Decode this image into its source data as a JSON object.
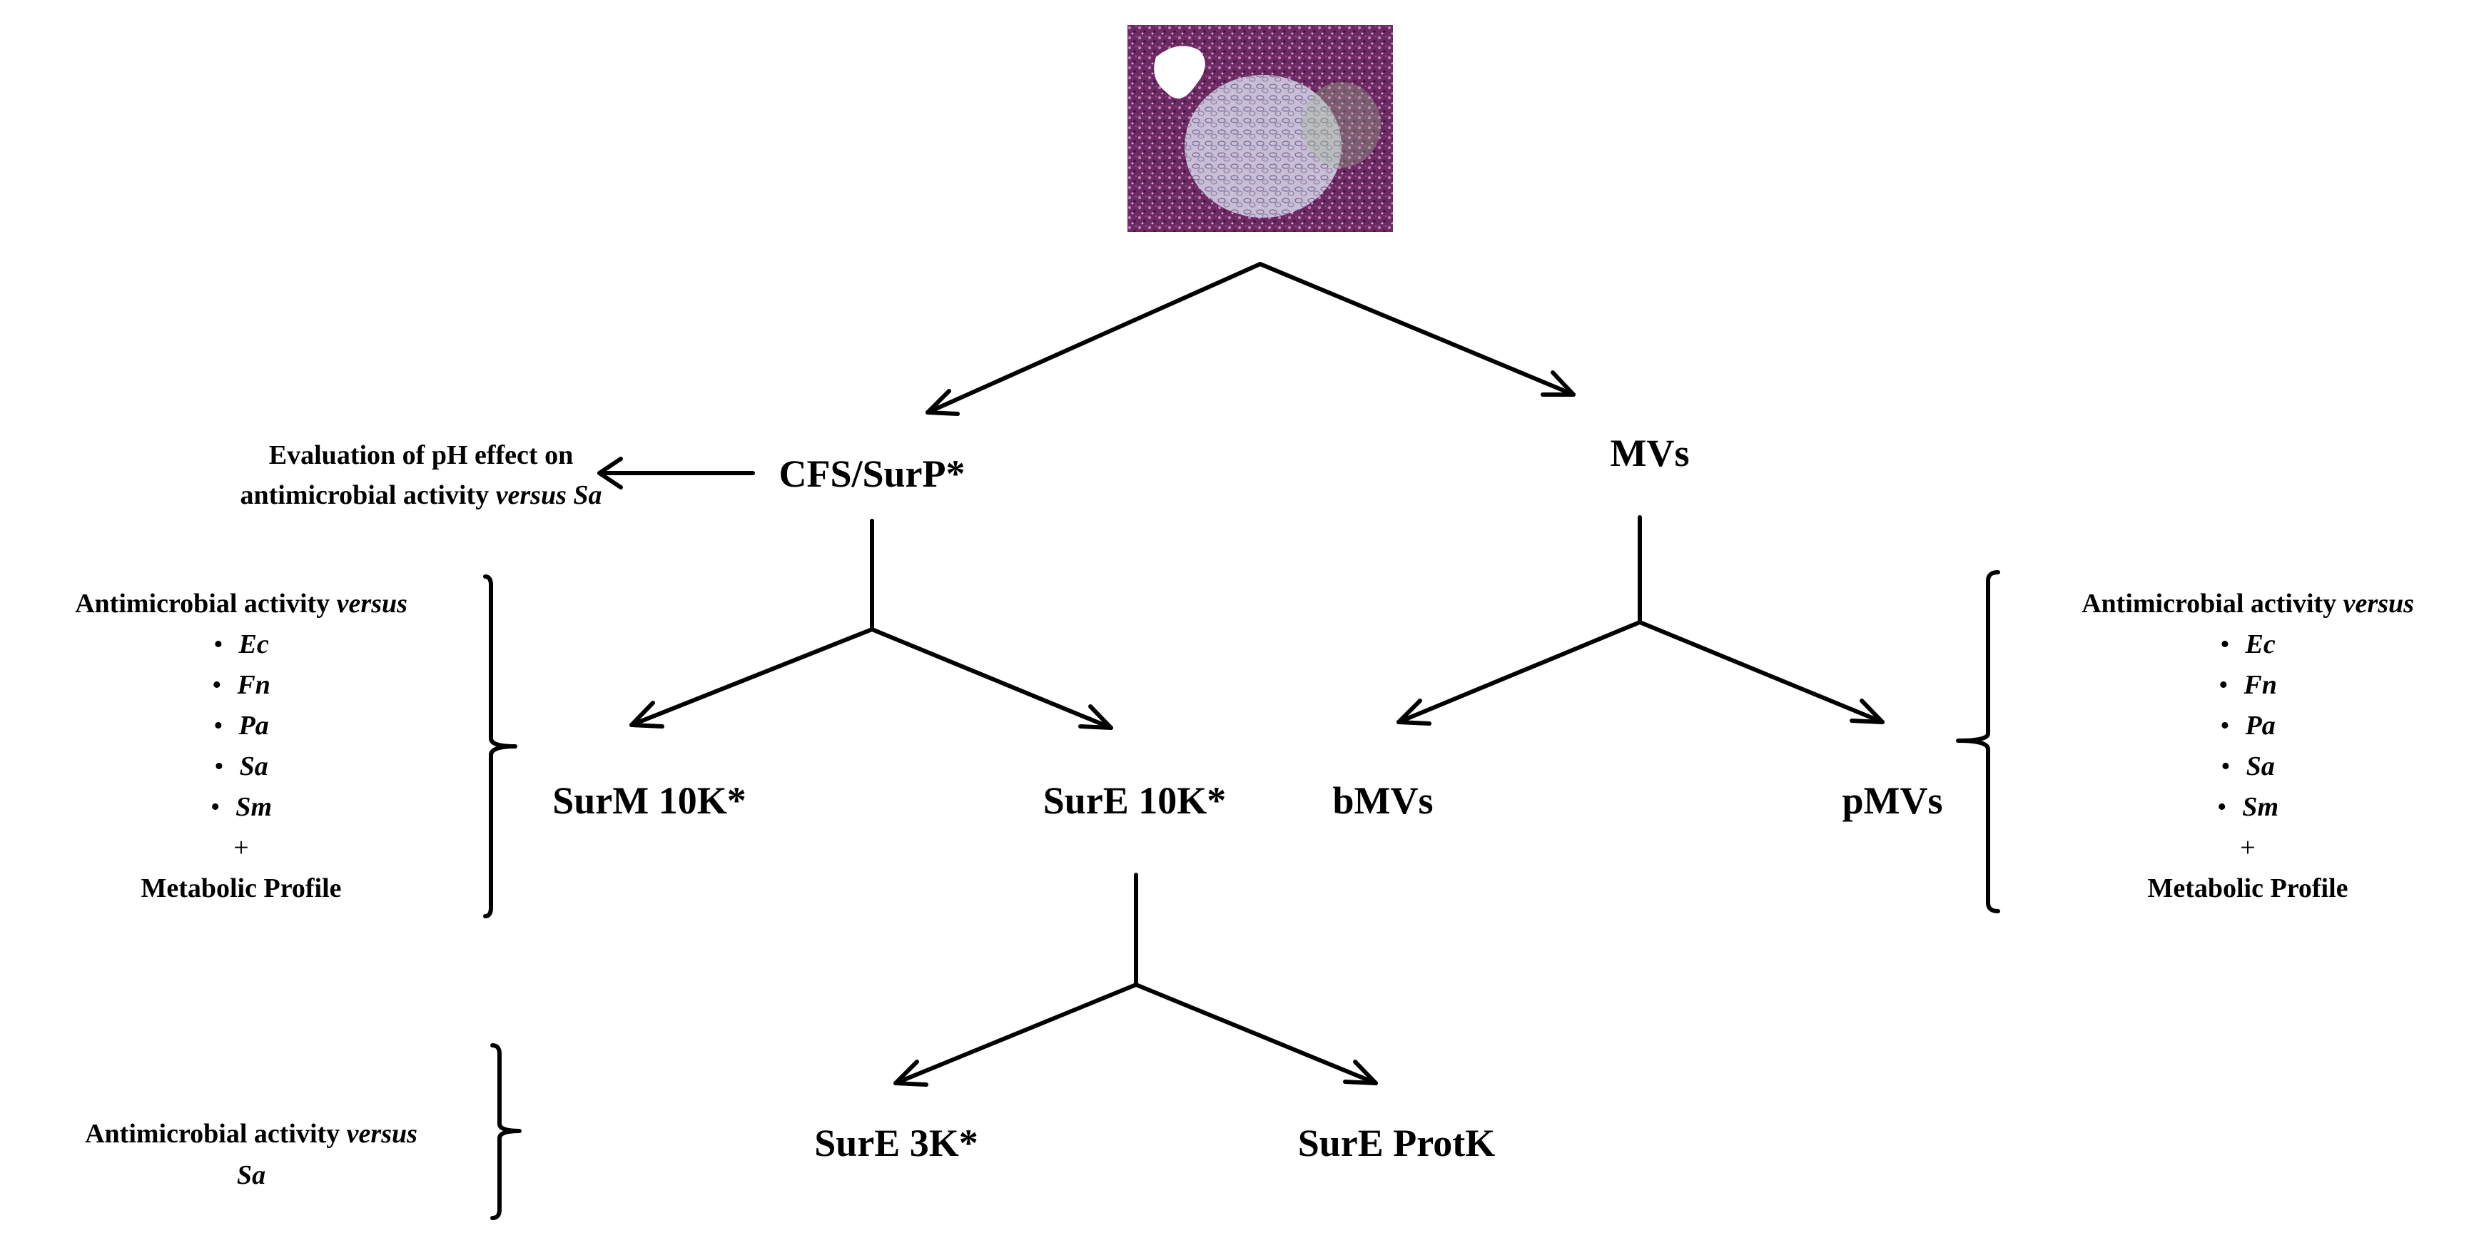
{
  "nodes": {
    "cfs": "CFS/SurP*",
    "mvs": "MVs",
    "surm": "SurM 10K*",
    "sure10": "SurE 10K*",
    "bmvs": "bMVs",
    "pmvs": "pMVs",
    "sure3": "SurE 3K*",
    "sureprot": "SurE ProtK"
  },
  "ph_note": {
    "line1": "Evaluation of pH effect on",
    "line2_prefix": "antimicrobial activity ",
    "line2_versus": "versus",
    "line2_sa": "Sa"
  },
  "left_block": {
    "title_prefix": "Antimicrobial activity ",
    "title_versus": "versus",
    "bullets": [
      "Ec",
      "Fn",
      "Pa",
      "Sa",
      "Sm"
    ],
    "plus": "+",
    "footer": "Metabolic Profile"
  },
  "right_block": {
    "title_prefix": "Antimicrobial activity ",
    "title_versus": "versus",
    "bullets": [
      "Ec",
      "Fn",
      "Pa",
      "Sa",
      "Sm"
    ],
    "plus": "+",
    "footer": "Metabolic Profile"
  },
  "bottom_note": {
    "line1_prefix": "Antimicrobial activity ",
    "line1_versus": "versus",
    "line2": "Sa"
  },
  "colors": {
    "line": "#000000",
    "photo_base": "#7a2f6a",
    "photo_light": "#d8d4e8"
  }
}
